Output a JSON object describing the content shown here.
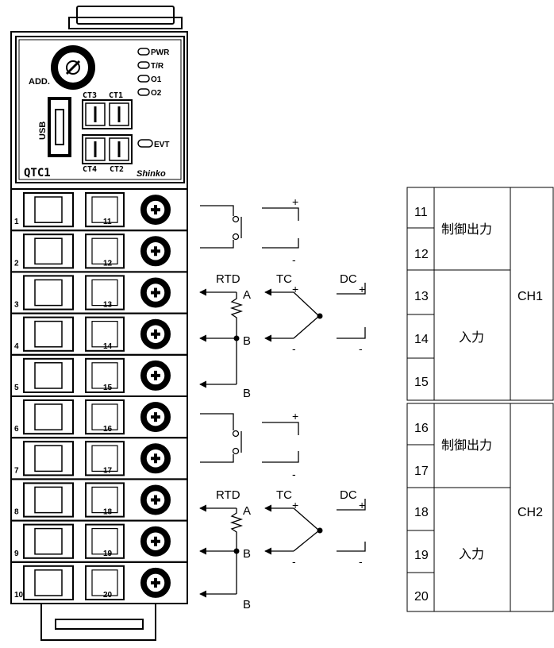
{
  "device": {
    "model": "QTC1",
    "brand": "Shinko",
    "address_label": "ADD.",
    "usb_label": "USB",
    "ct_labels": [
      "CT3",
      "CT1",
      "CT4",
      "CT2"
    ],
    "leds": [
      "PWR",
      "T/R",
      "O1",
      "O2"
    ],
    "evt_led": "EVT"
  },
  "terminals": {
    "left_numbers": [
      "1",
      "2",
      "3",
      "4",
      "5",
      "6",
      "7",
      "8",
      "9",
      "10"
    ],
    "right_numbers": [
      "11",
      "12",
      "13",
      "14",
      "15",
      "16",
      "17",
      "18",
      "19",
      "20"
    ]
  },
  "wiring": {
    "plus": "+",
    "minus": "-",
    "rtd": "RTD",
    "tc": "TC",
    "dc": "DC",
    "a": "A",
    "b": "B"
  },
  "table": {
    "ch1": {
      "label": "CH1",
      "rows": [
        "11",
        "12",
        "13",
        "14",
        "15"
      ],
      "control_output": "制御出力",
      "input": "入力"
    },
    "ch2": {
      "label": "CH2",
      "rows": [
        "16",
        "17",
        "18",
        "19",
        "20"
      ],
      "control_output": "制御出力",
      "input": "入力"
    }
  }
}
